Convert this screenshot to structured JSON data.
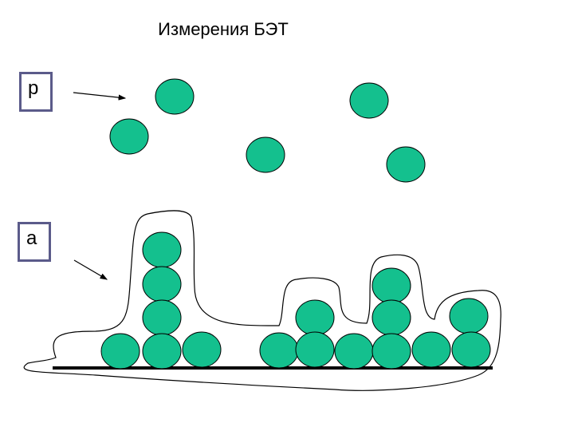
{
  "title": "Измерения БЭТ",
  "labels": {
    "p": "p",
    "a": "a"
  },
  "colors": {
    "molecule_fill": "#14c08e",
    "molecule_stroke": "#000000",
    "box_border": "#5b5b8a",
    "surface": "#000000"
  }
}
